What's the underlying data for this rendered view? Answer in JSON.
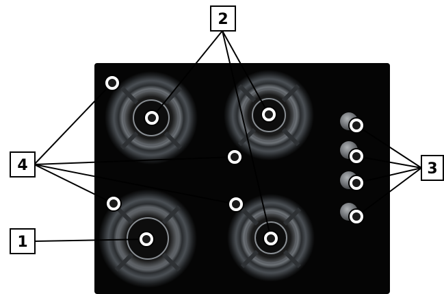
{
  "callouts": {
    "c1": "1",
    "c2": "2",
    "c3": "3",
    "c4": "4"
  },
  "colors": {
    "cooktop": "#050505",
    "callout_border": "#000000",
    "marker_ring": "#ffffff"
  },
  "icons": {
    "burner": "burner-icon",
    "control_knob": "control-knob-icon",
    "ignition_point": "ignition-point-icon"
  }
}
